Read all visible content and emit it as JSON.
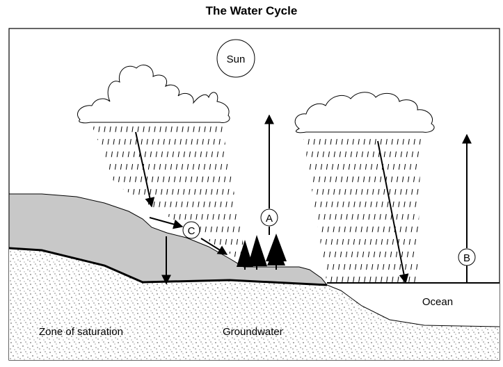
{
  "title": "The Water Cycle",
  "labels": {
    "sun": "Sun",
    "a": "A",
    "b": "B",
    "c": "C",
    "ocean": "Ocean",
    "zone_of_saturation": "Zone of saturation",
    "groundwater": "Groundwater"
  },
  "colors": {
    "land": "#c8c8c8",
    "ocean": "#ffffff",
    "ink": "#000000",
    "cloud": "#ffffff"
  }
}
